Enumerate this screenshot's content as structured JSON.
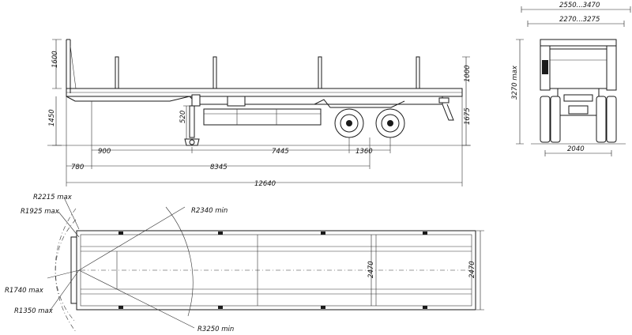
{
  "side_view": {
    "dims": {
      "stake_height": "1600",
      "front_height": "1450",
      "fifth_wheel_height": "520",
      "deck_height": "1000",
      "platform_height": "1675",
      "landing_gear_offset": "900",
      "wheelbase": "7445",
      "axle_spacing": "1360",
      "kingpin_offset": "780",
      "kingpin_to_axle": "8345",
      "overall_length": "12640"
    }
  },
  "rear_view": {
    "dims": {
      "overall_width": "2550...3470",
      "inner_width": "2270...3275",
      "max_height": "3270 max",
      "track_width": "2040"
    }
  },
  "top_view": {
    "dims": {
      "radius_r2215": "R2215 max",
      "radius_r1925": "R1925 max",
      "radius_r2340": "R2340 min",
      "radius_r1740": "R1740 max",
      "radius_r1350": "R1350  max",
      "radius_r3250": "R3250 min",
      "deck_width_inner": "2470",
      "deck_width_outer": "2470"
    }
  }
}
